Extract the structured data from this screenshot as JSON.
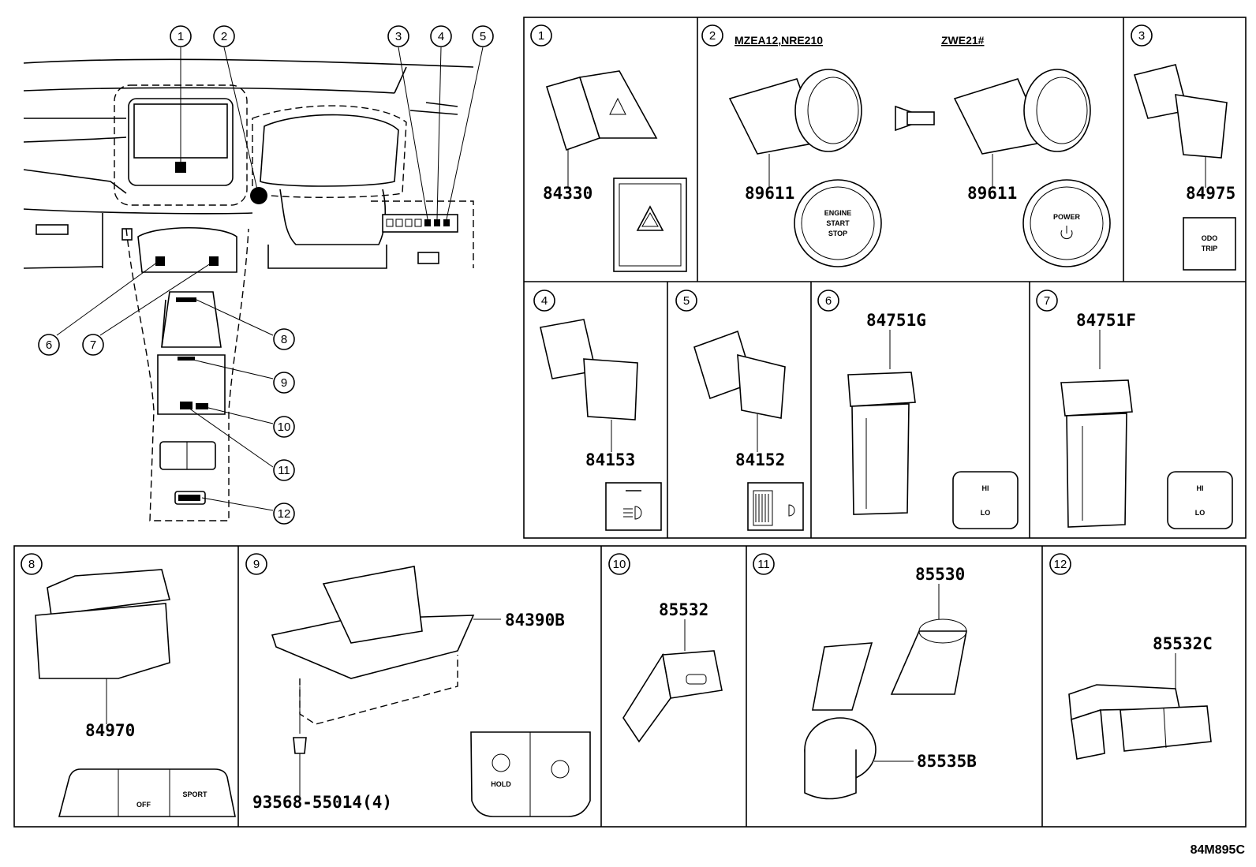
{
  "overview": {
    "callouts": [
      "1",
      "2",
      "3",
      "4",
      "5",
      "6",
      "7",
      "8",
      "9",
      "10",
      "11",
      "12"
    ]
  },
  "panels": [
    {
      "num": "1",
      "parts": [
        "84330"
      ]
    },
    {
      "num": "2",
      "headers": [
        "MZEA12,NRE210",
        "ZWE21#"
      ],
      "parts": [
        "89611",
        "89611"
      ],
      "labels": {
        "engine_start_stop": [
          "ENGINE",
          "START",
          "STOP"
        ],
        "power": "POWER"
      }
    },
    {
      "num": "3",
      "parts": [
        "84975"
      ],
      "labels": {
        "odo": "ODO",
        "trip": "TRIP"
      }
    },
    {
      "num": "4",
      "parts": [
        "84153"
      ]
    },
    {
      "num": "5",
      "parts": [
        "84152"
      ]
    },
    {
      "num": "6",
      "parts": [
        "84751G"
      ],
      "labels": {
        "hi": "HI",
        "lo": "LO"
      }
    },
    {
      "num": "7",
      "parts": [
        "84751F"
      ],
      "labels": {
        "hi": "HI",
        "lo": "LO"
      }
    },
    {
      "num": "8",
      "parts": [
        "84970"
      ],
      "labels": {
        "sport": "SPORT",
        "off": "OFF"
      }
    },
    {
      "num": "9",
      "parts": [
        "84390B",
        "93568-55014(4)"
      ],
      "labels": {
        "hold": "HOLD"
      }
    },
    {
      "num": "10",
      "parts": [
        "85532"
      ]
    },
    {
      "num": "11",
      "parts": [
        "85530",
        "85535B"
      ]
    },
    {
      "num": "12",
      "parts": [
        "85532C"
      ]
    }
  ],
  "diagram_code": "84M895C"
}
